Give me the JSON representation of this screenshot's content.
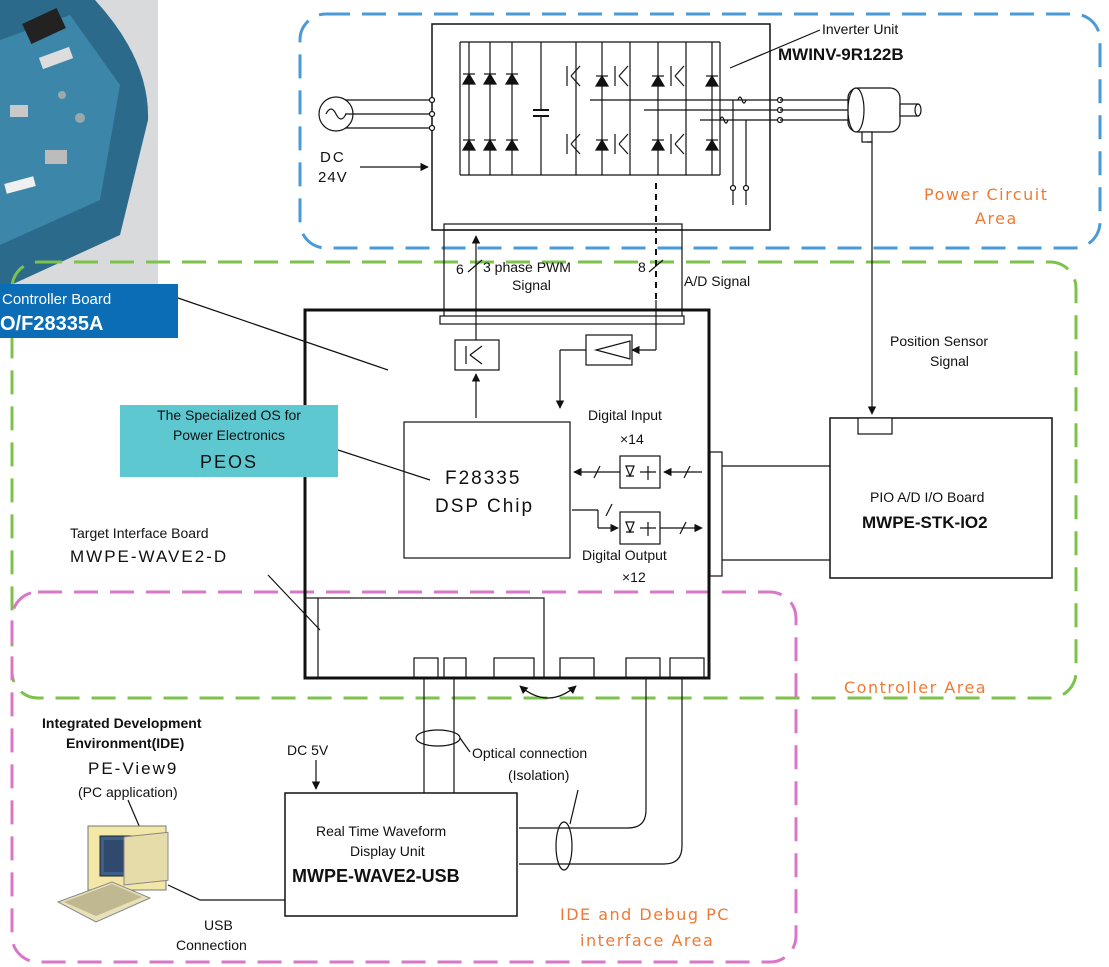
{
  "colors": {
    "power_area": "#4a9ad8",
    "controller_area": "#7dc24b",
    "ide_area": "#d877c8",
    "area_label": "#ee7a35",
    "board_badge": "#0b6db5",
    "os_box": "#5ec8d0"
  },
  "inverter": {
    "title": "Inverter Unit",
    "model": "MWINV-9R122B"
  },
  "power_supply": {
    "line1": "DC",
    "line2": "24V"
  },
  "power_area": {
    "line1": "Power Circuit",
    "line2": "Area"
  },
  "controller_board": {
    "title": "Controller Board",
    "model": "O/F28335A"
  },
  "pwm": {
    "count": "6",
    "line1": "3 phase PWM",
    "line2": "Signal"
  },
  "ad": {
    "count": "8",
    "label": "A/D Signal"
  },
  "position_sensor": {
    "line1": "Position Sensor",
    "line2": "Signal"
  },
  "os_box": {
    "line1": "The Specialized OS for",
    "line2": "Power Electronics",
    "line3": "PEOS"
  },
  "dsp": {
    "line1": "F28335",
    "line2": "DSP Chip"
  },
  "digital_input": {
    "line1": "Digital Input",
    "line2": "×14"
  },
  "digital_output": {
    "line1": "Digital Output",
    "line2": "×12"
  },
  "pio_board": {
    "title": "PIO A/D I/O Board",
    "model": "MWPE-STK-IO2"
  },
  "target_board": {
    "line1": "Target  Interface Board",
    "line2": "MWPE-WAVE2-D"
  },
  "controller_area": {
    "label": "Controller Area"
  },
  "ide": {
    "line1": "Integrated Development",
    "line2": "Environment(IDE)",
    "line3": "PE-View9",
    "line4": "(PC application)"
  },
  "dc5v": "DC 5V",
  "optical": {
    "line1": "Optical connection",
    "line2": "(Isolation)"
  },
  "wave_unit": {
    "line1": "Real Time Waveform",
    "line2": "Display Unit",
    "model": "MWPE-WAVE2-USB"
  },
  "usb": {
    "line1": "USB",
    "line2": "Connection"
  },
  "ide_area": {
    "line1": "IDE and Debug PC",
    "line2": "interface Area"
  }
}
